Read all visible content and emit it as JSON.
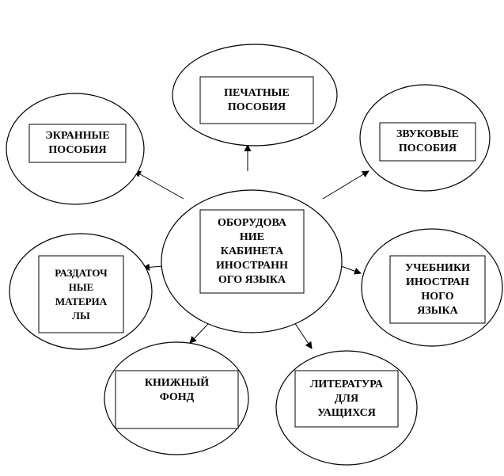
{
  "diagram": {
    "center": {
      "label": "ОБОРУДОВА\nНИЕ\nКАБИНЕТА\nИНОСТРАНН\nОГО ЯЗЫКА"
    },
    "nodes": [
      {
        "id": "print",
        "label": "ПЕЧАТНЫЕ\nПОСОБИЯ"
      },
      {
        "id": "screen",
        "label": "ЭКРАННЫЕ\nПОСОБИЯ"
      },
      {
        "id": "sound",
        "label": "ЗВУКОВЫЕ\nПОСОБИЯ"
      },
      {
        "id": "handout",
        "label": "РАЗДАТОЧ\nНЫЕ\nМАТЕРИА\nЛЫ"
      },
      {
        "id": "textbooks",
        "label": "УЧЕБНИКИ\nИНОСТРАН\nНОГО\nЯЗЫКА"
      },
      {
        "id": "library",
        "label": "КНИЖНЫЙ\nФОНД"
      },
      {
        "id": "literature",
        "label": "ЛИТЕРАТУРА\nДЛЯ\nУАЩИХСЯ"
      }
    ],
    "colors": {
      "stroke": "#000000",
      "fill": "#ffffff",
      "text": "#000000"
    }
  }
}
